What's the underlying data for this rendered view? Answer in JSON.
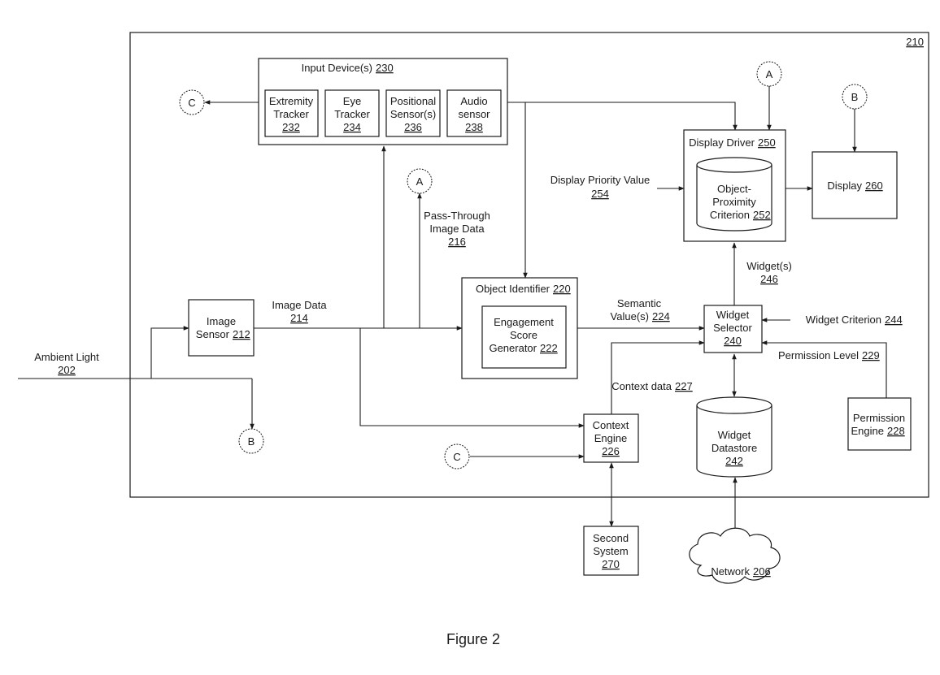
{
  "figure_caption": "Figure 2",
  "system": {
    "number": "210"
  },
  "input_devices": {
    "title": "Input Device(s)",
    "number": "230",
    "extremity": {
      "line1": "Extremity",
      "line2": "Tracker",
      "number": "232"
    },
    "eye": {
      "line1": "Eye",
      "line2": "Tracker",
      "number": "234"
    },
    "positional": {
      "line1": "Positional",
      "line2": "Sensor(s)",
      "number": "236"
    },
    "audio": {
      "line1": "Audio",
      "line2": "sensor",
      "number": "238"
    }
  },
  "display_driver": {
    "title": "Display Driver",
    "number": "250",
    "criterion": {
      "line1": "Object-",
      "line2": "Proximity",
      "line3": "Criterion",
      "number": "252"
    }
  },
  "display": {
    "label": "Display",
    "number": "260"
  },
  "display_priority": {
    "line1": "Display Priority Value",
    "number": "254"
  },
  "pass_through": {
    "line1": "Pass-Through",
    "line2": "Image Data",
    "number": "216"
  },
  "image_sensor": {
    "line1": "Image",
    "line2": "Sensor",
    "number": "212"
  },
  "image_data": {
    "line1": "Image Data",
    "number": "214"
  },
  "ambient_light": {
    "line1": "Ambient Light",
    "number": "202"
  },
  "object_identifier": {
    "title": "Object Identifier",
    "number": "220",
    "engagement": {
      "line1": "Engagement",
      "line2": "Score",
      "line3": "Generator",
      "number": "222"
    }
  },
  "semantic_values": {
    "line1": "Semantic",
    "line2": "Value(s)",
    "number": "224"
  },
  "widgets": {
    "line1": "Widget(s)",
    "number": "246"
  },
  "widget_selector": {
    "line1": "Widget",
    "line2": "Selector",
    "number": "240"
  },
  "widget_criterion": {
    "line1": "Widget Criterion",
    "number": "244"
  },
  "permission_level": {
    "line1": "Permission Level",
    "number": "229"
  },
  "context_data": {
    "line1": "Context data",
    "number": "227"
  },
  "context_engine": {
    "line1": "Context",
    "line2": "Engine",
    "number": "226"
  },
  "widget_datastore": {
    "line1": "Widget",
    "line2": "Datastore",
    "number": "242"
  },
  "permission_engine": {
    "line1": "Permission",
    "line2": "Engine",
    "number": "228"
  },
  "second_system": {
    "line1": "Second",
    "line2": "System",
    "number": "270"
  },
  "network": {
    "line1": "Network",
    "number": "206"
  },
  "connectors": {
    "a": "A",
    "b": "B",
    "c": "C"
  }
}
